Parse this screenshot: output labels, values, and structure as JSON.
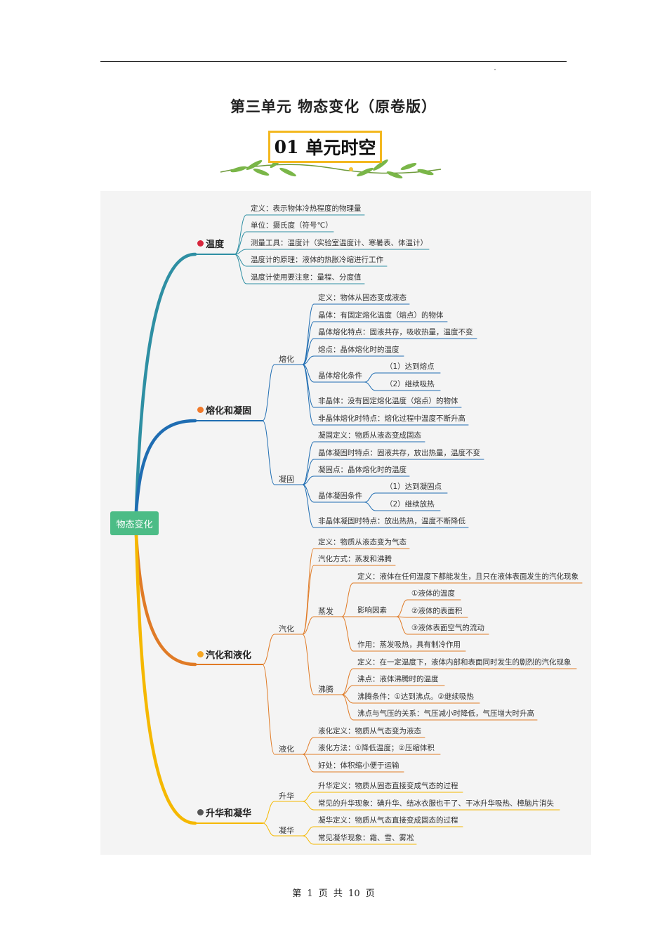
{
  "header": {
    "title": "第三单元  物态变化（原卷版）"
  },
  "badge": {
    "num": "01",
    "text": "单元时空"
  },
  "footer": {
    "page_text": "第 1 页 共 10 页"
  },
  "mindmap": {
    "root": "物态变化",
    "colors": {
      "temp": "#2e8fa3",
      "melt": "#1f6db2",
      "vapor": "#e07b26",
      "subl": "#f5b800"
    },
    "topics": [
      {
        "label": "温度",
        "num": "1"
      },
      {
        "label": "熔化和凝固",
        "num": "2"
      },
      {
        "label": "汽化和液化",
        "num": "3"
      },
      {
        "label": "升华和凝华",
        "num": "4"
      }
    ],
    "sub": {
      "melt": "熔化",
      "solidify": "凝固",
      "vaporize": "汽化",
      "liquefy": "液化",
      "evaporate": "蒸发",
      "boil": "沸腾",
      "influence": "影响因素",
      "sublime": "升华",
      "desublime": "凝华",
      "crystal_melt_cond": "晶体熔化条件",
      "crystal_solid_cond": "晶体凝固条件"
    },
    "leaves": {
      "temp_def": "定义：表示物体冷热程度的物理量",
      "temp_unit": "单位：摄氏度（符号℃）",
      "temp_tool": "测量工具：温度计（实验室温度计、寒暑表、体温计）",
      "temp_principle": "温度计的原理：液体的热胀冷缩进行工作",
      "temp_note": "温度计使用要注意：量程、分度值",
      "melt_def": "定义：物体从固态变成液态",
      "melt_crystal": "晶体：有固定熔化温度（熔点）的物体",
      "melt_feature": "晶体熔化特点：固液共存，吸收热量，温度不变",
      "melt_point": "熔点：晶体熔化时的温度",
      "melt_c1": "（1）达到熔点",
      "melt_c2": "（2）继续吸热",
      "melt_noncrystal": "非晶体：没有固定熔化温度（熔点）的物体",
      "melt_noncrystal_feat": "非晶体熔化时特点：熔化过程中温度不断升高",
      "sol_def": "凝固定义：物质从液态变成固态",
      "sol_feature": "晶体凝固时特点：固液共存，放出热量，温度不变",
      "sol_point": "凝固点：晶体熔化时的温度",
      "sol_c1": "（1）达到凝固点",
      "sol_c2": "（2）继续放热",
      "sol_noncrystal": "非晶体凝固时特点：放出热热，温度不断降低",
      "vap_def": "定义：物质从液态变为气态",
      "vap_mode": "汽化方式：蒸发和沸腾",
      "evap_def": "定义：液体在任何温度下都能发生，且只在液体表面发生的汽化现象",
      "evap_f1": "①液体的温度",
      "evap_f2": "②液体的表面积",
      "evap_f3": "③液体表面空气的流动",
      "evap_use": "作用：蒸发吸热，具有制冷作用",
      "boil_def": "定义：在一定温度下，液体内部和表面同时发生的剧烈的汽化现象",
      "boil_point": "沸点：液体沸腾时的温度",
      "boil_cond": "沸腾条件：①达到沸点。②继续吸热",
      "boil_pressure": "沸点与气压的关系：气压减小时降低，气压增大时升高",
      "liq_def": "液化定义：物质从气态变为液态",
      "liq_method": "液化方法：①降低温度；②压缩体积",
      "liq_benefit": "好处：体积缩小便于运输",
      "subl_def": "升华定义：物质从固态直接变成气态的过程",
      "subl_examples": "常见的升华现象：碘升华、结冰衣服也干了、干冰升华吸热、樟脑片消失",
      "desubl_def": "凝华定义：物质从气态直接变成固态的过程",
      "desubl_examples": "常见凝华现象：霜、雪、雾凇"
    }
  }
}
